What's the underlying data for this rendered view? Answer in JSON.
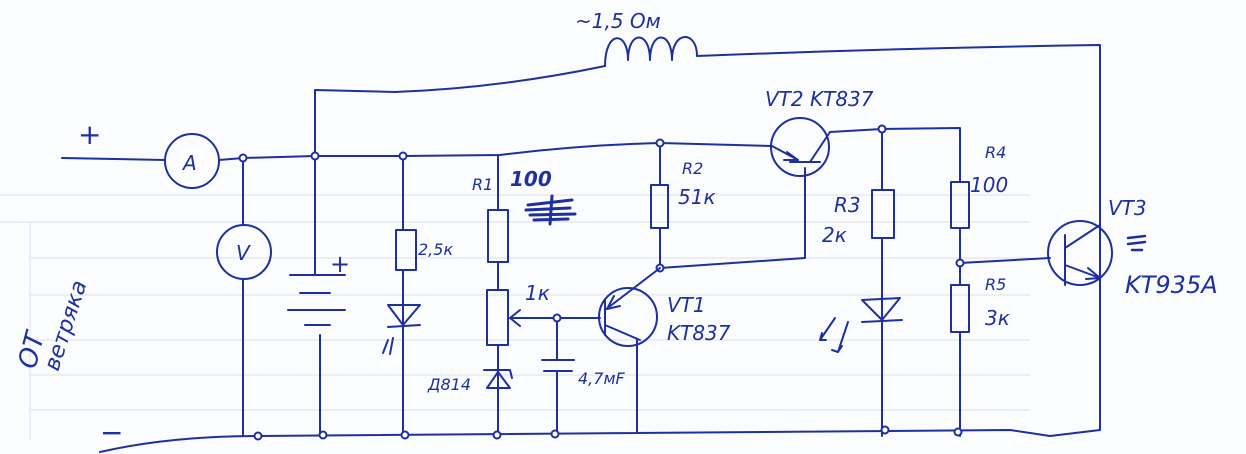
{
  "title": "Hand-drawn wind generator charge regulator schematic",
  "colors": {
    "ink": "#1f2f9e",
    "paper": "#fbfcfd"
  },
  "labels": {
    "plus_input": "+",
    "minus_input": "−",
    "source_line1": "ОТ",
    "source_line2": "ветряка",
    "ammeter": "A",
    "voltmeter": "V",
    "battery_plus": "+",
    "inductor": "~1,5 Ом",
    "r_led": "2,5к",
    "r1_name": "R1",
    "r1_value": "100",
    "pot_value": "1к",
    "zener": "Д814",
    "capacitor": "4,7мF",
    "vt1_name": "VT1",
    "vt1_type": "KT837",
    "r2_name": "R2",
    "r2_value": "51к",
    "vt2": "VT2 KT837",
    "r3_name": "R3",
    "r3_value": "2к",
    "r4_name": "R4",
    "r4_value": "100",
    "r5_name": "R5",
    "r5_value": "3к",
    "vt3_name": "VT3",
    "vt3_type": "KT935A"
  }
}
